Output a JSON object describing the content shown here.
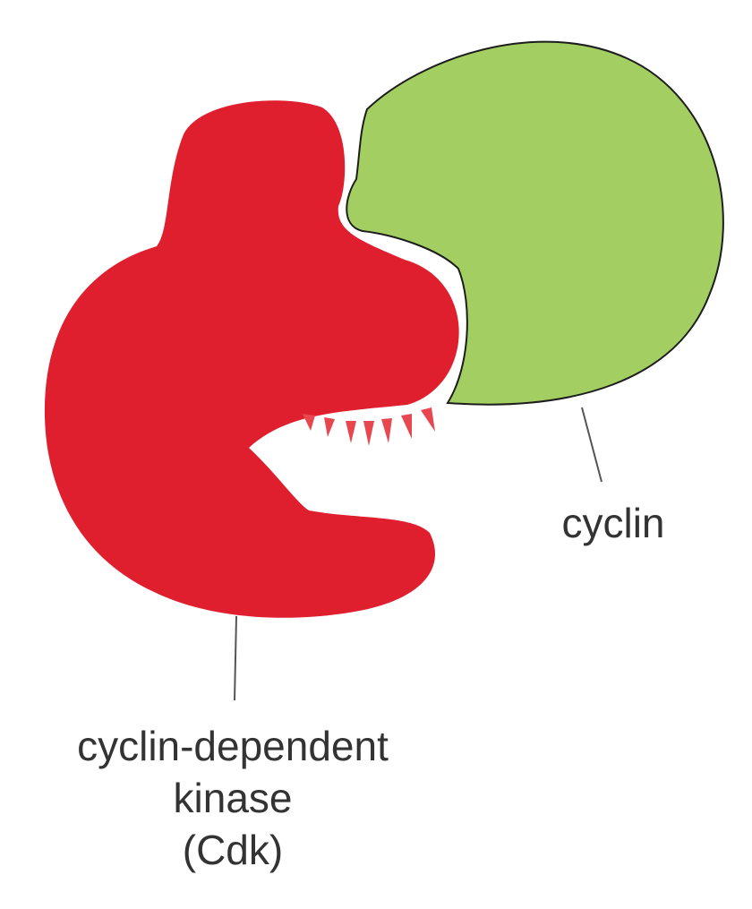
{
  "diagram": {
    "colors": {
      "cdk_fill": "#e01f2e",
      "cyclin_fill": "#a3cf62",
      "outline": "#1d1d1d",
      "leader_line": "#555555",
      "binding_marks": "#e8474f",
      "text": "#333333"
    },
    "labels": {
      "cyclin": "cyclin",
      "cdk_line1": "cyclin-dependent",
      "cdk_line2": "kinase",
      "cdk_line3": "(Cdk)"
    }
  }
}
